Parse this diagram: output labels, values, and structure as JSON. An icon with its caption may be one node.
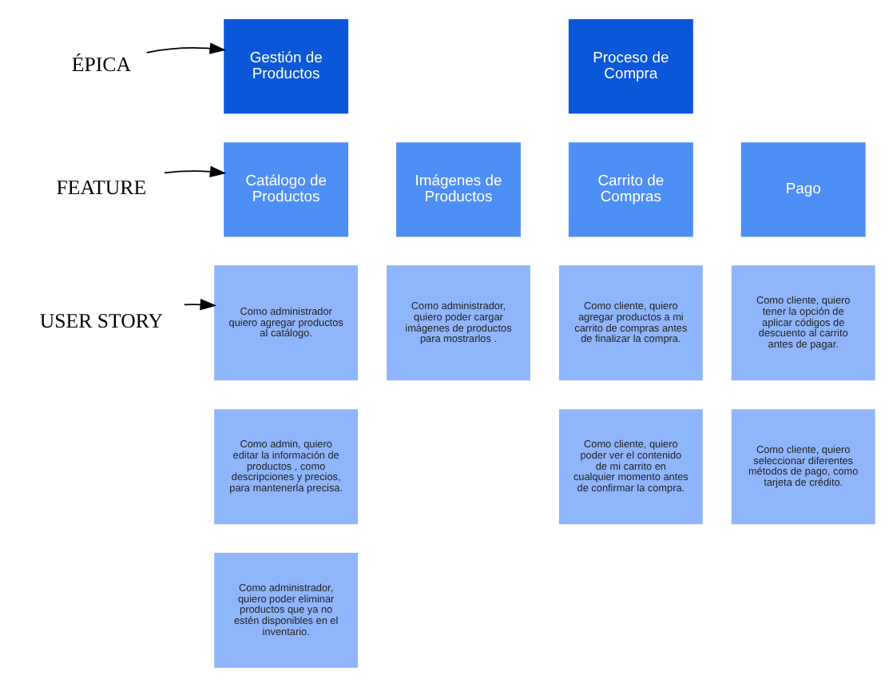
{
  "diagram": {
    "nodes": [
      {
        "text": [
          "ÉPICA"
        ]
      },
      {
        "text": [
          "FEATURE"
        ]
      },
      {
        "text": [
          "USER STORY"
        ]
      },
      {
        "text": [
          "Gestión de Productos"
        ]
      },
      {
        "text": [
          "Proceso de Compra"
        ]
      },
      {
        "text": [
          "Catálogo de Productos"
        ]
      },
      {
        "text": [
          "Imágenes de Productos"
        ]
      },
      {
        "text": [
          "Carrito de Compras"
        ]
      },
      {
        "text": [
          "Pago"
        ]
      },
      {
        "text": [
          "Como administrador quiero agregar productos al catálogo."
        ]
      },
      {
        "text": [
          "Como administrador, quiero poder cargar imágenes de productos para mostrarlos ."
        ]
      },
      {
        "text": [
          "Como cliente, quiero agregar productos a mi carrito de compras antes de finalizar la compra."
        ]
      },
      {
        "text": [
          "Como cliente, quiero tener la opción de aplicar códigos de descuento al carrito antes de pagar."
        ]
      },
      {
        "text": [
          "Como admin, quiero editar la información de productos , como descripciones y precios, para mantenerla precisa."
        ]
      },
      {
        "text": [
          "Como cliente, quiero poder ver el contenido de mi carrito en cualquier momento antes de confirmar la compra."
        ]
      },
      {
        "text": [
          "Como cliente, quiero seleccionar diferentes métodos de pago, como tarjeta de crédito."
        ]
      },
      {
        "text": [
          "Como administrador, quiero poder eliminar productos que ya no estén disponibles en el inventario."
        ]
      }
    ],
    "edges": [
      {
        "from": 0,
        "to": 3,
        "arrow": "to"
      },
      {
        "from": 1,
        "to": 5,
        "arrow": "to"
      },
      {
        "from": 2,
        "to": 9,
        "arrow": "to"
      }
    ]
  }
}
